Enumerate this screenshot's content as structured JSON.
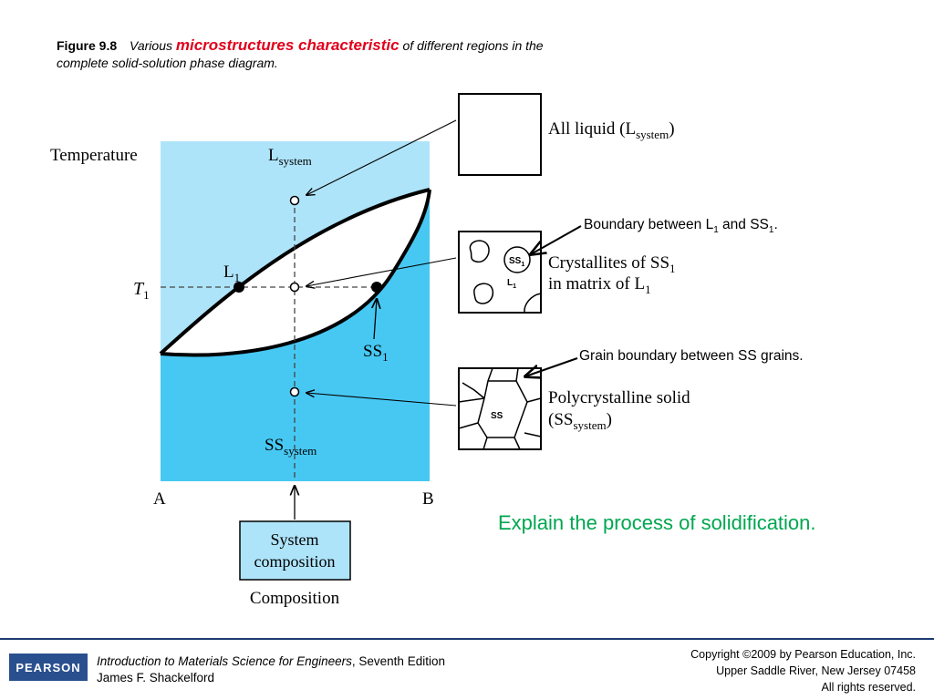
{
  "caption": {
    "figure_label": "Figure 9.8",
    "text_before": "Various",
    "highlight": "microstructures characteristic",
    "text_after": "of different regions in the complete solid-solution phase diagram."
  },
  "diagram": {
    "y_axis_label": "Temperature",
    "x_axis_label": "Composition",
    "label_A": "A",
    "label_B": "B",
    "label_T": "T",
    "label_T_sub": "1",
    "label_L_system": "L",
    "label_L_system_sub": "system",
    "label_L1": "L",
    "label_L1_sub": "1",
    "label_SS1": "SS",
    "label_SS1_sub": "1",
    "label_SS_system": "SS",
    "label_SS_system_sub": "system",
    "system_composition_line1": "System",
    "system_composition_line2": "composition",
    "micro_liquid_text": "All liquid (L",
    "micro_liquid_sub": "system",
    "micro_liquid_close": ")",
    "micro_crystallites_line1": "Crystallites of SS",
    "micro_crystallites_line1_sub": "1",
    "micro_crystallites_line2": "in matrix of L",
    "micro_crystallites_line2_sub": "1",
    "micro_poly_line1": "Polycrystalline solid",
    "micro_poly_line2": "(SS",
    "micro_poly_line2_sub": "system",
    "micro_poly_line2_close": ")",
    "box_ss1_label": "SS",
    "box_ss1_sub": "1",
    "box_l1_label": "L",
    "box_l1_sub": "1",
    "box_ss_label": "SS",
    "colors": {
      "liquid_region": "#aee4fa",
      "solid_region": "#47c8f3",
      "curve": "#000000"
    }
  },
  "annotations": {
    "boundary_text": "Boundary between L",
    "boundary_sub1": "1",
    "boundary_and": " and SS",
    "boundary_sub2": "1",
    "boundary_end": ".",
    "grain_text": "Grain boundary between SS grains."
  },
  "question": "Explain the process of solidification.",
  "footer": {
    "logo": "PEARSON",
    "book_title": "Introduction to Materials Science for Engineers",
    "edition": ", Seventh Edition",
    "author": "James F. Shackelford",
    "copyright_line1": "Copyright ©2009 by Pearson Education, Inc.",
    "copyright_line2": "Upper Saddle River, New Jersey 07458",
    "copyright_line3": "All rights reserved."
  }
}
